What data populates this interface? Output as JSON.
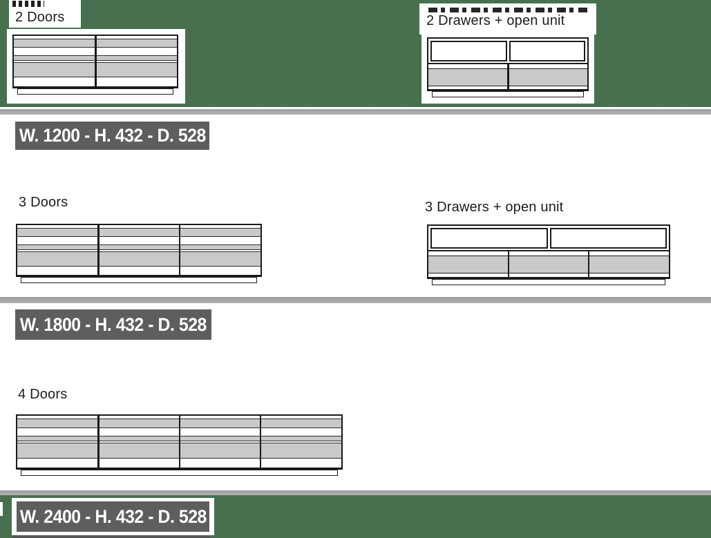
{
  "document": {
    "type": "furniture-catalog-spec-page",
    "colors": {
      "page_background_green": "#48704f",
      "divider_bar_gray": "#a9a9a9",
      "dimension_badge_background": "#5e5e5e",
      "dimension_badge_text": "#ffffff",
      "drawing_fill_gray": "#c9c9c9",
      "drawing_line": "#1a1a1a",
      "label_text": "#1d1d1d"
    }
  },
  "sections": [
    {
      "dimensions": "W. 1200 - H. 432 - D. 528",
      "variants": [
        {
          "label": "2 Doors",
          "type": "doors",
          "count": 2
        },
        {
          "label": "2 Drawers + open unit",
          "type": "drawers-open-unit",
          "count": 2
        }
      ]
    },
    {
      "dimensions": "W. 1800 - H. 432 - D. 528",
      "variants": [
        {
          "label": "3 Doors",
          "type": "doors",
          "count": 3
        },
        {
          "label": "3 Drawers + open unit",
          "type": "drawers-open-unit",
          "count": 3
        }
      ]
    },
    {
      "dimensions": "W. 2400 - H. 432 - D. 528",
      "variants": [
        {
          "label": "4 Doors",
          "type": "doors",
          "count": 4
        }
      ]
    }
  ]
}
